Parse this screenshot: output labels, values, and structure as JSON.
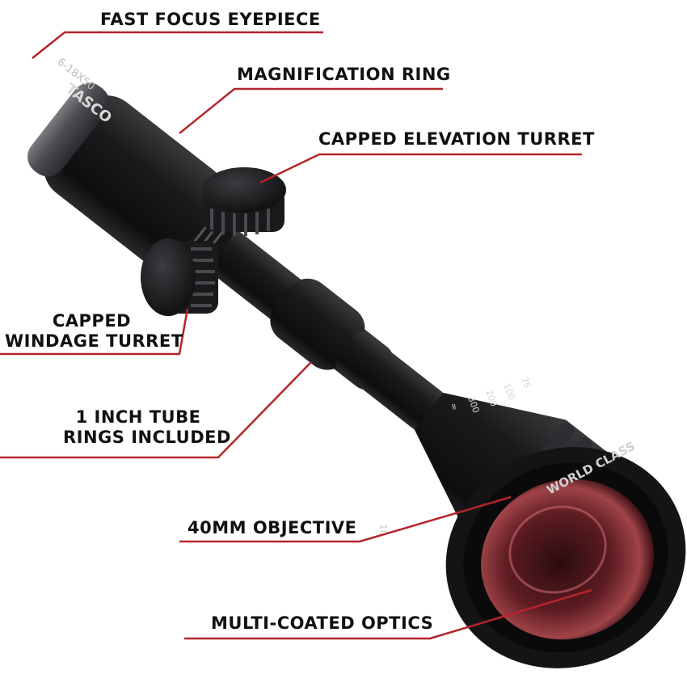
{
  "callouts": {
    "eyepiece": "FAST FOCUS EYEPIECE",
    "magnification": "MAGNIFICATION RING",
    "elevation": "CAPPED ELEVATION TURRET",
    "windage_line1": "CAPPED",
    "windage_line2": "WINDAGE TURRET",
    "tube_line1": "1 INCH TUBE",
    "tube_line2": "RINGS INCLUDED",
    "objective": "40MM OBJECTIVE",
    "optics": "MULTI-COATED OPTICS"
  },
  "scope_markings": {
    "brand": "TASCO",
    "model": "6-18X50",
    "world_class": "WORLD CLASS",
    "parallax_ticks": [
      "75",
      "100",
      "200",
      "300",
      "∞"
    ],
    "mag_mark": "10"
  },
  "colors": {
    "leader_line": "#b3262b",
    "label_text": "#111111",
    "scope_body": "#1c1c1e",
    "lens_tint": "#7a2a2f"
  }
}
